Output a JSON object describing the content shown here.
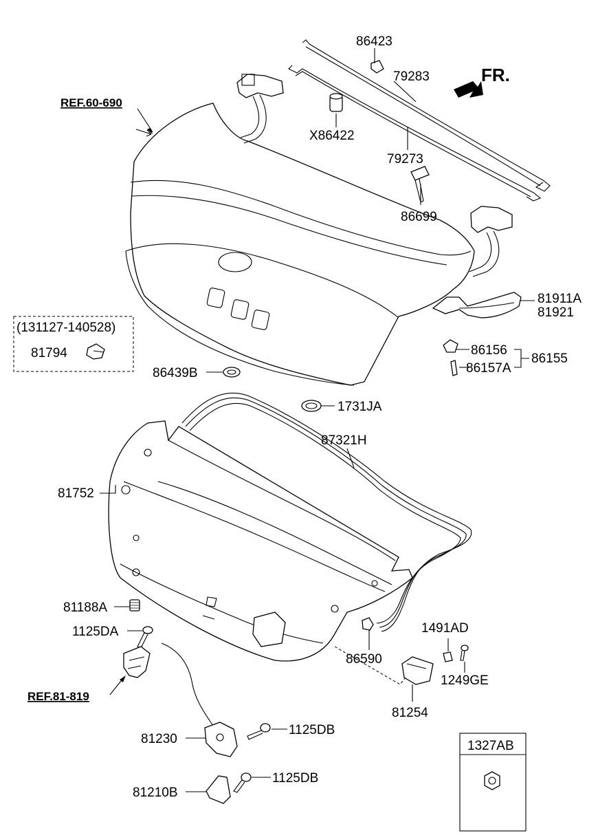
{
  "direction_label": "FR.",
  "refs": {
    "ref_top": "REF.60-690",
    "ref_latch": "REF.81-819"
  },
  "date_range_note": "(131127-140528)",
  "parts": {
    "p86423": "86423",
    "p79283": "79283",
    "p86422": "X86422",
    "p79273": "79273",
    "p86699": "86699",
    "p81911A": "81911A",
    "p81921": "81921",
    "p86156": "86156",
    "p86157A": "86157A",
    "p86155": "86155",
    "p81794": "81794",
    "p86439B": "86439B",
    "p1731JA": "1731JA",
    "p87321H": "87321H",
    "p81752": "81752",
    "p81188A": "81188A",
    "p1125DA": "1125DA",
    "p86590": "86590",
    "p1491AD": "1491AD",
    "p1249GE": "1249GE",
    "p81254": "81254",
    "p81230": "81230",
    "p1125DB_a": "1125DB",
    "p1125DB_b": "1125DB",
    "p81210B": "81210B",
    "p1327AB": "1327AB"
  }
}
